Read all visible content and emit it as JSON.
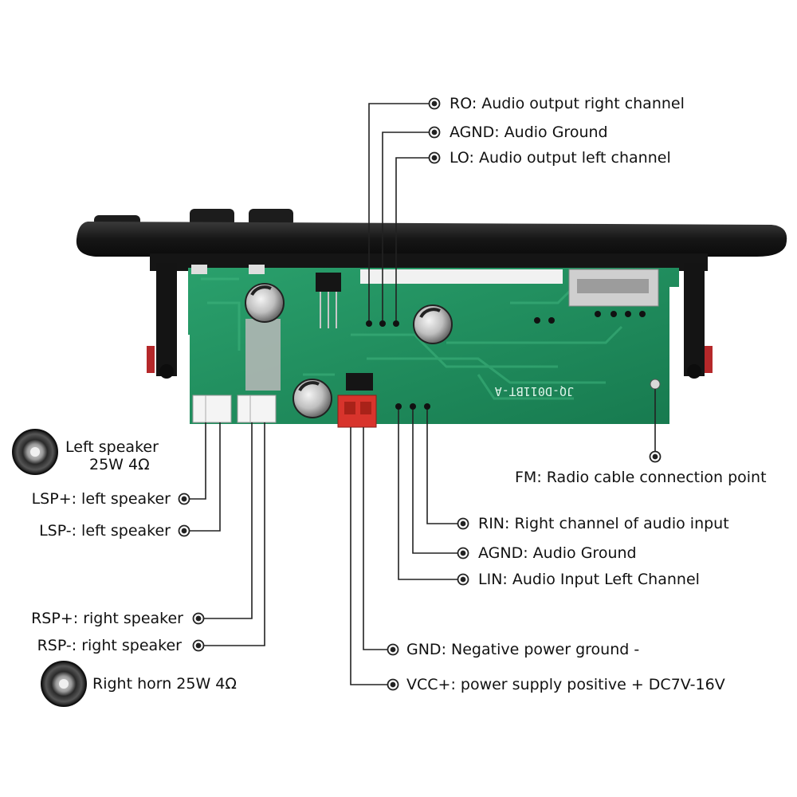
{
  "callouts": {
    "ro": {
      "pin": "RO",
      "text": "RO: Audio output right channel"
    },
    "agnd_top": {
      "pin": "AGND",
      "text": "AGND: Audio Ground"
    },
    "lo": {
      "pin": "LO",
      "text": "LO: Audio output left channel"
    },
    "fm": {
      "pin": "FM",
      "text": "FM: Radio cable connection point"
    },
    "rin": {
      "pin": "RIN",
      "text": "RIN: Right channel of audio input"
    },
    "agnd_bottom": {
      "pin": "AGND",
      "text": "AGND: Audio Ground"
    },
    "lin": {
      "pin": "LIN",
      "text": "LIN: Audio Input Left Channel"
    },
    "gnd": {
      "pin": "GND",
      "text": "GND: Negative power ground -"
    },
    "vcc": {
      "pin": "VCC+",
      "text": "VCC+: power supply positive + DC7V-16V"
    },
    "lsp_plus": {
      "pin": "LSP+",
      "text": "LSP+: left speaker"
    },
    "lsp_minus": {
      "pin": "LSP-",
      "text": "LSP-: left speaker"
    },
    "rsp_plus": {
      "pin": "RSP+",
      "text": "RSP+: right speaker"
    },
    "rsp_minus": {
      "pin": "RSP-",
      "text": "RSP-: right speaker"
    }
  },
  "speakers": {
    "left": {
      "line1": "Left speaker",
      "line2": "25W 4Ω"
    },
    "right": {
      "line1": "Right horn 25W 4Ω"
    }
  },
  "board": {
    "silkscreen": "JQ-D011BT-A",
    "pcb_color": "#1f8a5c",
    "bezel_color": "#1a1a1a",
    "connector_color": "#d8342c"
  },
  "colors": {
    "line": "#222222",
    "text": "#111111"
  }
}
